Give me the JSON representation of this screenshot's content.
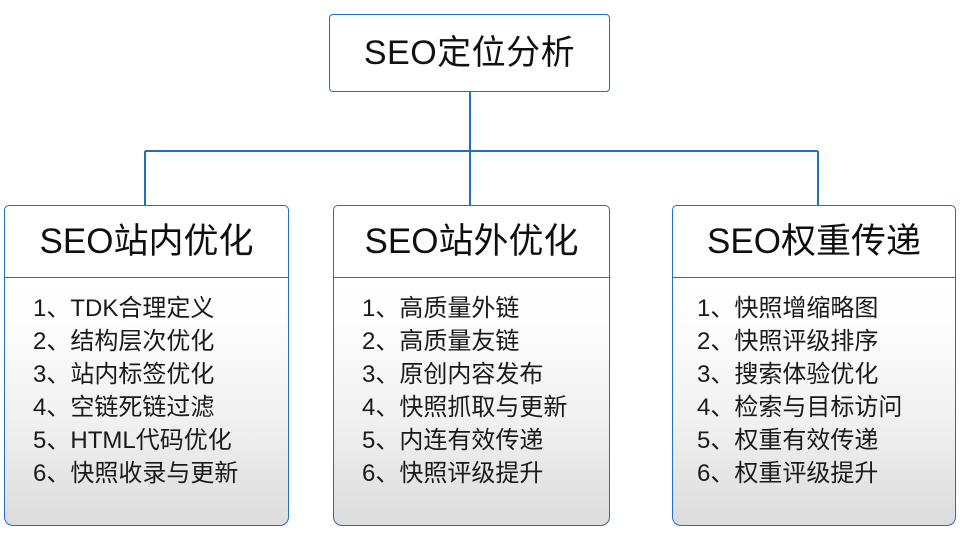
{
  "diagram": {
    "type": "hierarchy-tree",
    "accent_color": "#1f6fc4",
    "text_color": "#111111",
    "panel_gradient_top": "#ffffff",
    "panel_gradient_bottom": "#dcdcdc",
    "root": {
      "label": "SEO定位分析"
    },
    "branches": [
      {
        "id": "seo-onsite",
        "header": "SEO站内优化",
        "items": [
          {
            "index": "1、",
            "text": "TDK合理定义"
          },
          {
            "index": "2、",
            "text": "结构层次优化"
          },
          {
            "index": "3、",
            "text": "站内标签优化"
          },
          {
            "index": "4、",
            "text": "空链死链过滤"
          },
          {
            "index": "5、",
            "text": "HTML代码优化"
          },
          {
            "index": "6、",
            "text": "快照收录与更新"
          }
        ]
      },
      {
        "id": "seo-offsite",
        "header": "SEO站外优化",
        "items": [
          {
            "index": "1、",
            "text": "高质量外链"
          },
          {
            "index": "2、",
            "text": "高质量友链"
          },
          {
            "index": "3、",
            "text": "原创内容发布"
          },
          {
            "index": "4、",
            "text": "快照抓取与更新"
          },
          {
            "index": "5、",
            "text": "内连有效传递"
          },
          {
            "index": "6、",
            "text": "快照评级提升"
          }
        ]
      },
      {
        "id": "seo-weight",
        "header": "SEO权重传递",
        "items": [
          {
            "index": "1、",
            "text": "快照增缩略图"
          },
          {
            "index": "2、",
            "text": "快照评级排序"
          },
          {
            "index": "3、",
            "text": "搜索体验优化"
          },
          {
            "index": "4、",
            "text": "检索与目标访问"
          },
          {
            "index": "5、",
            "text": "权重有效传递"
          },
          {
            "index": "6、",
            "text": "权重评级提升"
          }
        ]
      }
    ]
  }
}
